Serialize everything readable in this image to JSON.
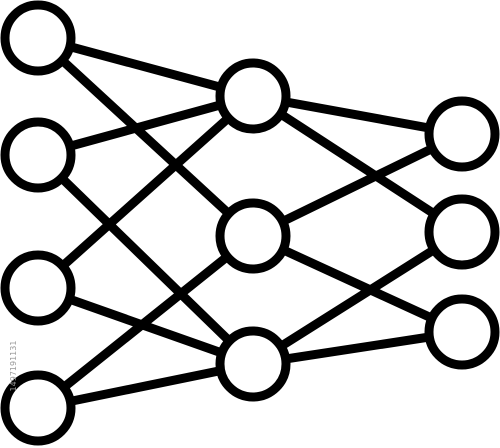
{
  "diagram": {
    "type": "neural-network",
    "colors": {
      "stroke": "#000000",
      "fill": "#ffffff",
      "watermark": "#9a9a9a"
    },
    "layers": [
      {
        "nodes": [
          "input-1",
          "input-2",
          "input-3",
          "input-4"
        ]
      },
      {
        "nodes": [
          "hidden-1",
          "hidden-2",
          "hidden-3"
        ]
      },
      {
        "nodes": [
          "output-1",
          "output-2",
          "output-3"
        ]
      }
    ],
    "connections": [
      [
        "input-1",
        "hidden-1"
      ],
      [
        "input-1",
        "hidden-2"
      ],
      [
        "input-2",
        "hidden-1"
      ],
      [
        "input-2",
        "hidden-3"
      ],
      [
        "input-3",
        "hidden-1"
      ],
      [
        "input-3",
        "hidden-3"
      ],
      [
        "input-4",
        "hidden-2"
      ],
      [
        "input-4",
        "hidden-3"
      ],
      [
        "hidden-1",
        "output-1"
      ],
      [
        "hidden-1",
        "output-2"
      ],
      [
        "hidden-2",
        "output-1"
      ],
      [
        "hidden-2",
        "output-3"
      ],
      [
        "hidden-3",
        "output-2"
      ],
      [
        "hidden-3",
        "output-3"
      ]
    ]
  },
  "watermark": {
    "id_text": "1497191131"
  }
}
